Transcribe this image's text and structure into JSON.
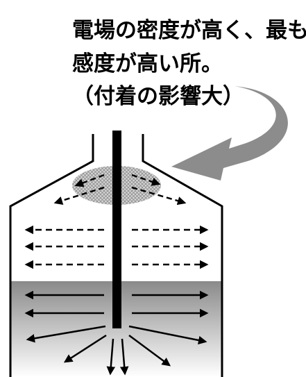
{
  "annotation": {
    "line1": "電場の密度が高く、最も",
    "line2": "感度が高い所。",
    "line3": "（付着の影響大）"
  },
  "colors": {
    "outline": "#000000",
    "electrode": "#000000",
    "hotspot_fill": "#c4c4c4",
    "callout_arrow": "#8c8c8c",
    "liquid_top": "#8a8a8a",
    "liquid_bottom": "#ffffff"
  }
}
